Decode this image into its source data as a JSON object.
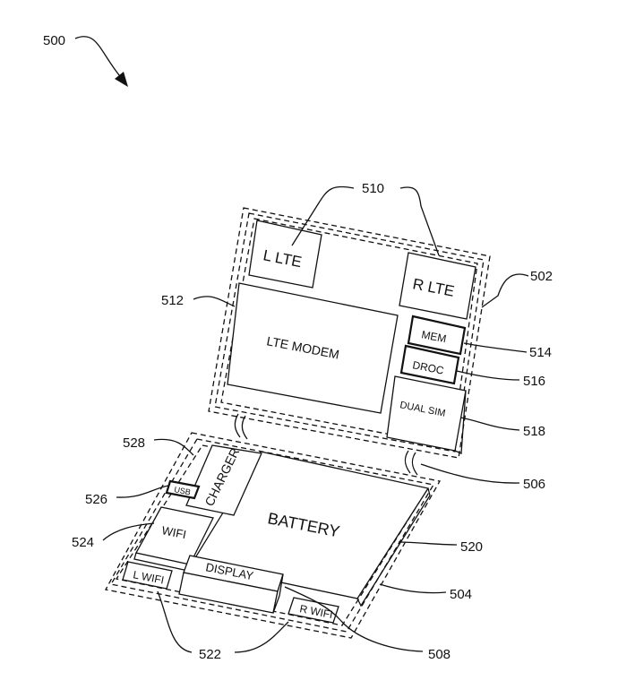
{
  "figure": {
    "ref_500": "500",
    "refs": {
      "r502": "502",
      "r504": "504",
      "r506": "506",
      "r508": "508",
      "r510": "510",
      "r512": "512",
      "r514": "514",
      "r516": "516",
      "r518": "518",
      "r520": "520",
      "r522": "522",
      "r524": "524",
      "r526": "526",
      "r528": "528"
    },
    "top_panel": {
      "l_lte": "L LTE",
      "r_lte": "R LTE",
      "lte_modem": "LTE MODEM",
      "mem": "MEM",
      "droc": "DROC",
      "dual_sim": "DUAL SIM"
    },
    "bottom_panel": {
      "battery": "BATTERY",
      "charger": "CHARGER",
      "usb": "USB",
      "wifi": "WIFI",
      "l_wifi": "L WIFI",
      "r_wifi": "R WIFI",
      "display": "DISPLAY"
    }
  }
}
